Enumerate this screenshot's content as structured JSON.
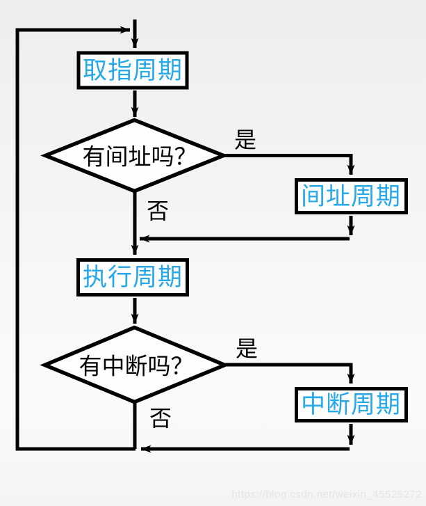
{
  "page": {
    "watermark": "https://blog.csdn.net/weixin_45525272"
  },
  "colors": {
    "line": "#000000",
    "process_text": "#27a8e8",
    "decision_text": "#000000",
    "shape_fill": "#fefefe",
    "background_top": "#ededed",
    "background_bottom": "#f4f4f4",
    "watermark_text": "#e4e4e4"
  },
  "flowchart": {
    "type": "flowchart",
    "title": "",
    "nodes": [
      {
        "id": "fetch",
        "shape": "rect",
        "label": "取指周期"
      },
      {
        "id": "has_indirect",
        "shape": "diamond",
        "label": "有间址吗？"
      },
      {
        "id": "indirect",
        "shape": "rect",
        "label": "间址周期"
      },
      {
        "id": "execute",
        "shape": "rect",
        "label": "执行周期"
      },
      {
        "id": "has_interrupt",
        "shape": "diamond",
        "label": "有中断吗？"
      },
      {
        "id": "interrupt",
        "shape": "rect",
        "label": "中断周期"
      }
    ],
    "edges": [
      {
        "from": "start",
        "to": "fetch"
      },
      {
        "from": "fetch",
        "to": "has_indirect"
      },
      {
        "from": "has_indirect",
        "to": "indirect",
        "label": "是"
      },
      {
        "from": "has_indirect",
        "to": "execute",
        "label": "否"
      },
      {
        "from": "indirect",
        "to": "execute"
      },
      {
        "from": "execute",
        "to": "has_interrupt"
      },
      {
        "from": "has_interrupt",
        "to": "interrupt",
        "label": "是"
      },
      {
        "from": "has_interrupt",
        "to": "loop",
        "label": "否"
      },
      {
        "from": "interrupt",
        "to": "loop"
      },
      {
        "from": "loop",
        "to": "fetch"
      }
    ],
    "labels": {
      "yes1": "是",
      "no1": "否",
      "yes2": "是",
      "no2": "否"
    }
  }
}
